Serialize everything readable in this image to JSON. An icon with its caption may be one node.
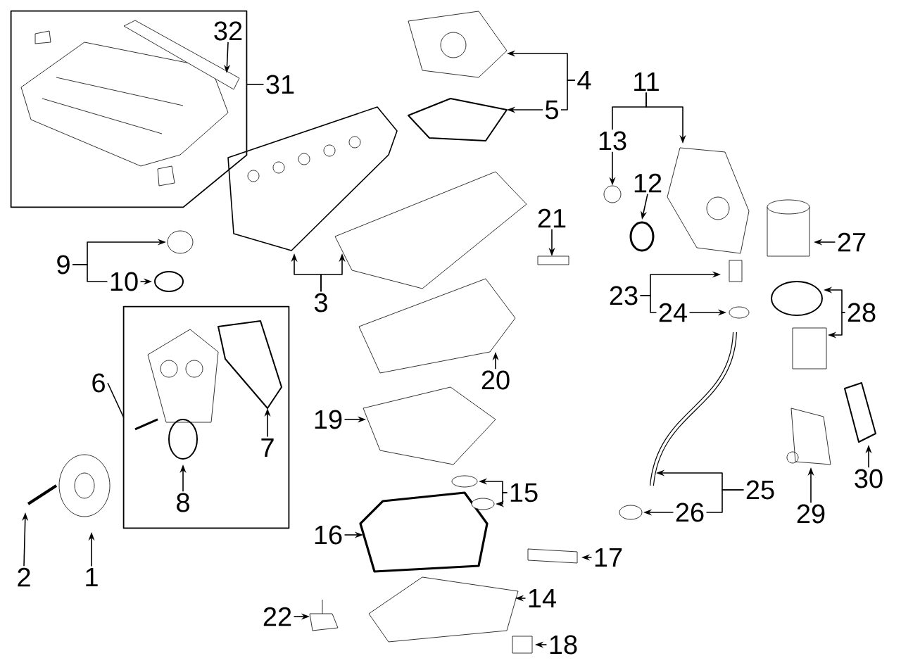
{
  "diagram": {
    "nodes": [
      {
        "text": [
          "1"
        ]
      },
      {
        "text": [
          "2"
        ]
      },
      {
        "text": [
          "3"
        ]
      },
      {
        "text": [
          "4"
        ]
      },
      {
        "text": [
          "5"
        ]
      },
      {
        "text": [
          "6"
        ]
      },
      {
        "text": [
          "7"
        ],
        "in": 33
      },
      {
        "text": [
          "8"
        ],
        "in": 33
      },
      {
        "text": [
          "9"
        ]
      },
      {
        "text": [
          "10"
        ]
      },
      {
        "text": [
          "11"
        ]
      },
      {
        "text": [
          "12"
        ]
      },
      {
        "text": [
          "13"
        ]
      },
      {
        "text": [
          "14"
        ]
      },
      {
        "text": [
          "15"
        ]
      },
      {
        "text": [
          "16"
        ]
      },
      {
        "text": [
          "17"
        ]
      },
      {
        "text": [
          "18"
        ]
      },
      {
        "text": [
          "19"
        ]
      },
      {
        "text": [
          "20"
        ]
      },
      {
        "text": [
          "21"
        ]
      },
      {
        "text": [
          "22"
        ]
      },
      {
        "text": [
          "23"
        ]
      },
      {
        "text": [
          "24"
        ]
      },
      {
        "text": [
          "25"
        ]
      },
      {
        "text": [
          "26"
        ]
      },
      {
        "text": [
          "27"
        ]
      },
      {
        "text": [
          "28"
        ]
      },
      {
        "text": [
          "29"
        ]
      },
      {
        "text": [
          "30"
        ]
      },
      {
        "text": [
          "31"
        ]
      },
      {
        "text": [
          "32"
        ],
        "in": 32
      },
      {
        "text": [],
        "shape": "box"
      },
      {
        "text": [],
        "shape": "box"
      },
      {
        "text": [],
        "shape": "circle"
      },
      {
        "text": [],
        "shape": "picture"
      },
      {
        "text": [],
        "shape": "picture",
        "in": 32
      }
    ],
    "edges": [
      {
        "from": 0,
        "to": null,
        "arrow": "to"
      },
      {
        "from": 1,
        "to": null,
        "arrow": "to"
      },
      {
        "from": 2,
        "to": null,
        "arrow": "to"
      },
      {
        "from": 2,
        "to": null,
        "arrow": "to"
      },
      {
        "from": 3,
        "to": null,
        "arrow": "to"
      },
      {
        "from": 3,
        "to": 4,
        "arrow": "none"
      },
      {
        "from": 4,
        "to": null,
        "arrow": "to"
      },
      {
        "from": 5,
        "to": 33,
        "arrow": "none"
      },
      {
        "from": 6,
        "to": null,
        "arrow": "to"
      },
      {
        "from": 7,
        "to": null,
        "arrow": "to"
      },
      {
        "from": 8,
        "to": null,
        "arrow": "to"
      },
      {
        "from": 8,
        "to": 9,
        "arrow": "none"
      },
      {
        "from": 9,
        "to": null,
        "arrow": "to"
      },
      {
        "from": 10,
        "to": null,
        "arrow": "to"
      },
      {
        "from": 10,
        "to": 12,
        "arrow": "none"
      },
      {
        "from": 12,
        "to": 34,
        "arrow": "to"
      },
      {
        "from": 11,
        "to": null,
        "arrow": "to"
      },
      {
        "from": 13,
        "to": null,
        "arrow": "to"
      },
      {
        "from": 14,
        "to": null,
        "arrow": "to"
      },
      {
        "from": 14,
        "to": null,
        "arrow": "to"
      },
      {
        "from": 15,
        "to": null,
        "arrow": "to"
      },
      {
        "from": 16,
        "to": null,
        "arrow": "to"
      },
      {
        "from": 17,
        "to": null,
        "arrow": "to"
      },
      {
        "from": 18,
        "to": null,
        "arrow": "to"
      },
      {
        "from": 19,
        "to": null,
        "arrow": "to"
      },
      {
        "from": 20,
        "to": null,
        "arrow": "to"
      },
      {
        "from": 21,
        "to": null,
        "arrow": "to"
      },
      {
        "from": 22,
        "to": null,
        "arrow": "to"
      },
      {
        "from": 22,
        "to": 23,
        "arrow": "none"
      },
      {
        "from": 23,
        "to": null,
        "arrow": "to"
      },
      {
        "from": 24,
        "to": 35,
        "arrow": "to"
      },
      {
        "from": 24,
        "to": 25,
        "arrow": "none"
      },
      {
        "from": 25,
        "to": null,
        "arrow": "to"
      },
      {
        "from": 26,
        "to": null,
        "arrow": "to"
      },
      {
        "from": 27,
        "to": null,
        "arrow": "to"
      },
      {
        "from": 27,
        "to": null,
        "arrow": "to"
      },
      {
        "from": 28,
        "to": null,
        "arrow": "to"
      },
      {
        "from": 29,
        "to": null,
        "arrow": "to"
      },
      {
        "from": 30,
        "to": 32,
        "arrow": "none"
      },
      {
        "from": 31,
        "to": 36,
        "arrow": "to"
      }
    ]
  }
}
